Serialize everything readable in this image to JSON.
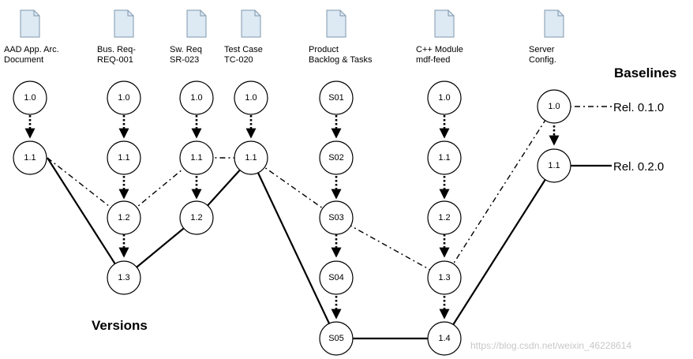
{
  "colors": {
    "doc_icon_fill": "#dde9f3",
    "doc_icon_stroke": "#7f98ad",
    "line": "#000000",
    "watermark": "#c8c8c8"
  },
  "documents": [
    {
      "icon": "document-icon",
      "lines": [
        "AAD App. Arc.",
        "Document"
      ],
      "nodes": [
        "1.0",
        "1.1"
      ]
    },
    {
      "icon": "document-icon",
      "lines": [
        "Bus. Req-",
        "REQ-001"
      ],
      "nodes": [
        "1.0",
        "1.1",
        "1.2",
        "1.3"
      ]
    },
    {
      "icon": "document-icon",
      "lines": [
        "Sw. Req",
        "SR-023"
      ],
      "nodes": [
        "1.0",
        "1.1",
        "1.2"
      ]
    },
    {
      "icon": "document-icon",
      "lines": [
        "Test Case",
        "TC-020"
      ],
      "nodes": [
        "1.0",
        "1.1"
      ]
    },
    {
      "icon": "document-icon",
      "lines": [
        "Product",
        "Backlog & Tasks"
      ],
      "nodes": [
        "S01",
        "S02",
        "S03",
        "S04",
        "S05"
      ]
    },
    {
      "icon": "document-icon",
      "lines": [
        "C++ Module",
        "mdf-feed"
      ],
      "nodes": [
        "1.0",
        "1.1",
        "1.2",
        "1.3",
        "1.4"
      ]
    },
    {
      "icon": "document-icon",
      "lines": [
        "Server",
        "Config."
      ],
      "nodes": [
        "1.0",
        "1.1"
      ]
    }
  ],
  "headings": {
    "baselines": "Baselines",
    "versions": "Versions"
  },
  "releases": [
    {
      "label": "Rel. 0.1.0",
      "line_style": "dash-dot"
    },
    {
      "label": "Rel. 0.2.0",
      "line_style": "solid"
    }
  ],
  "watermark": "https://blog.csdn.net/weixin_46228614"
}
